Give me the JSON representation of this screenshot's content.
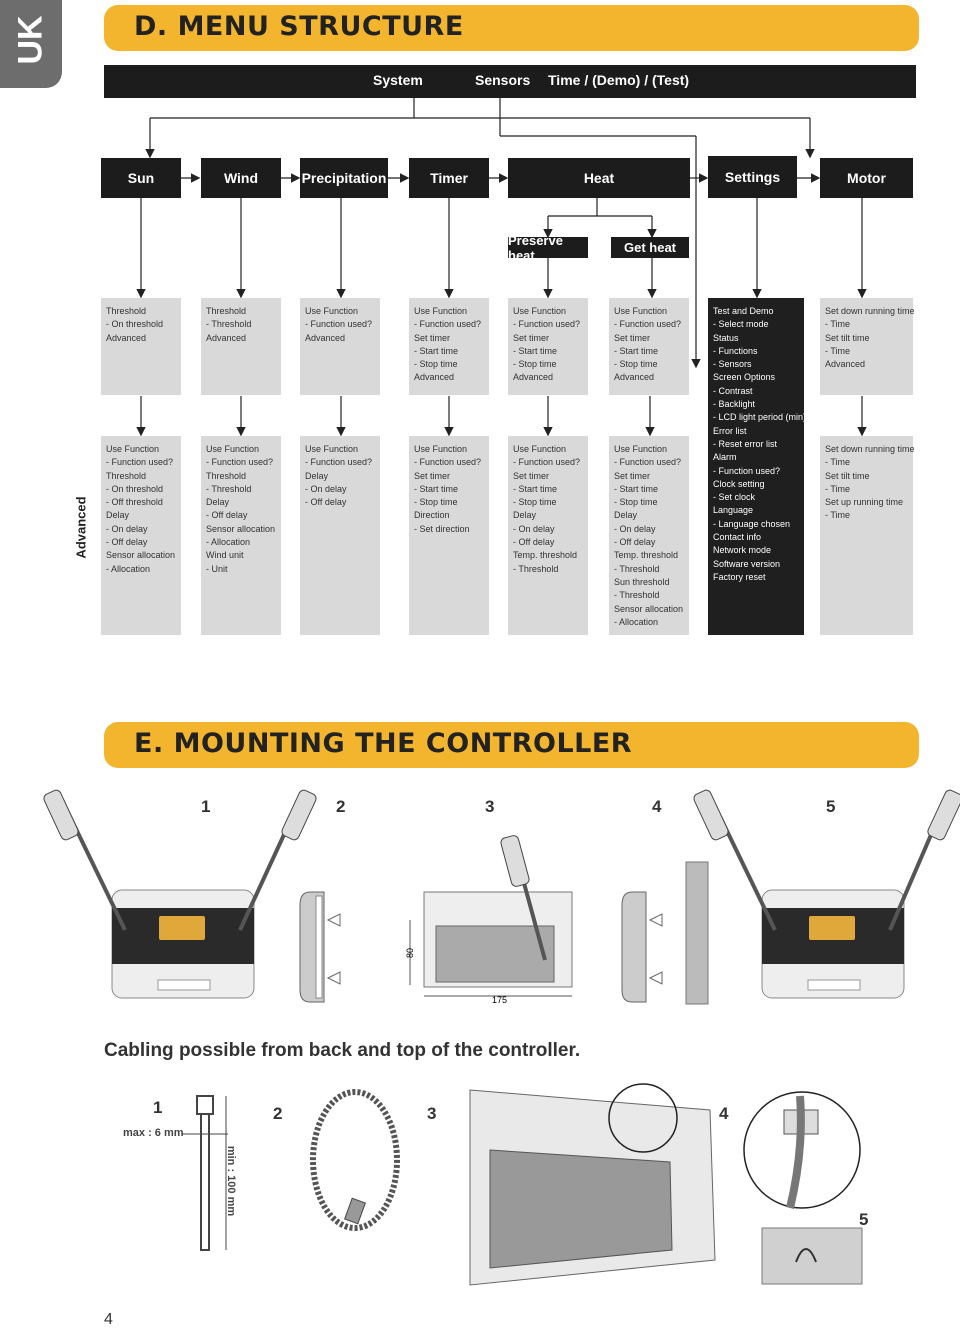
{
  "lang_tab": "UK",
  "section_d": {
    "title": "D. MENU STRUCTURE"
  },
  "top_bar": {
    "system": "System",
    "sensors": "Sensors",
    "time": "Time / (Demo) / (Test)"
  },
  "categories": [
    "Sun",
    "Wind",
    "Precipitation",
    "Timer",
    "Heat",
    "Settings",
    "Motor"
  ],
  "heat_sub": [
    "Preserve heat",
    "Get heat"
  ],
  "advanced_label": "Advanced",
  "boxes_upper": [
    "Threshold\n- On threshold\nAdvanced",
    "Threshold\n- Threshold\nAdvanced",
    "Use Function\n- Function used?\nAdvanced",
    "Use Function\n- Function used?\nSet timer\n- Start time\n- Stop time\nAdvanced",
    "Use Function\n- Function used?\nSet timer\n- Start time\n- Stop time\nAdvanced",
    "Use Function\n- Function used?\nSet timer\n- Start time\n- Stop time\nAdvanced",
    "Set down running time\n- Time\nSet tilt time\n- Time\nAdvanced"
  ],
  "boxes_lower": [
    "Use Function\n- Function used?\nThreshold\n- On threshold\n- Off threshold\nDelay\n- On delay\n- Off delay\nSensor allocation\n- Allocation",
    "Use Function\n- Function used?\nThreshold\n- Threshold\nDelay\n- Off delay\nSensor allocation\n- Allocation\nWind unit\n- Unit",
    "Use Function\n- Function used?\nDelay\n- On delay\n- Off delay",
    "Use Function\n- Function used?\nSet timer\n- Start time\n- Stop time\nDirection\n- Set direction",
    "Use Function\n- Function used?\nSet timer\n- Start time\n- Stop time\nDelay\n- On delay\n- Off delay\nTemp. threshold\n- Threshold",
    "Use Function\n- Function used?\nSet timer\n- Start time\n- Stop time\nDelay\n- On delay\n- Off delay\nTemp. threshold\n- Threshold\nSun threshold\n- Threshold\nSensor allocation\n- Allocation",
    "Set down running time\n- Time\nSet tilt time\n- Time\nSet up running time\n- Time"
  ],
  "settings_box": "Test and Demo\n- Select mode\nStatus\n- Functions\n- Sensors\nScreen Options\n- Contrast\n- Backlight\n- LCD light period (min)\nError list\n- Reset error list\nAlarm\n- Function used?\nClock setting\n- Set clock\nLanguage\n- Language chosen\nContact info\nNetwork mode\nSoftware version\nFactory reset",
  "section_e": {
    "title": "E. MOUNTING THE CONTROLLER"
  },
  "mount_steps": [
    "1",
    "2",
    "3",
    "4",
    "5"
  ],
  "dim_height": "80",
  "dim_width": "175",
  "cabling_caption": "Cabling possible from back and top of the controller.",
  "cable_steps": [
    "1",
    "2",
    "3",
    "4",
    "5"
  ],
  "max_label": "max : 6 mm",
  "min_label": "min : 100 mm",
  "page_number": "4"
}
